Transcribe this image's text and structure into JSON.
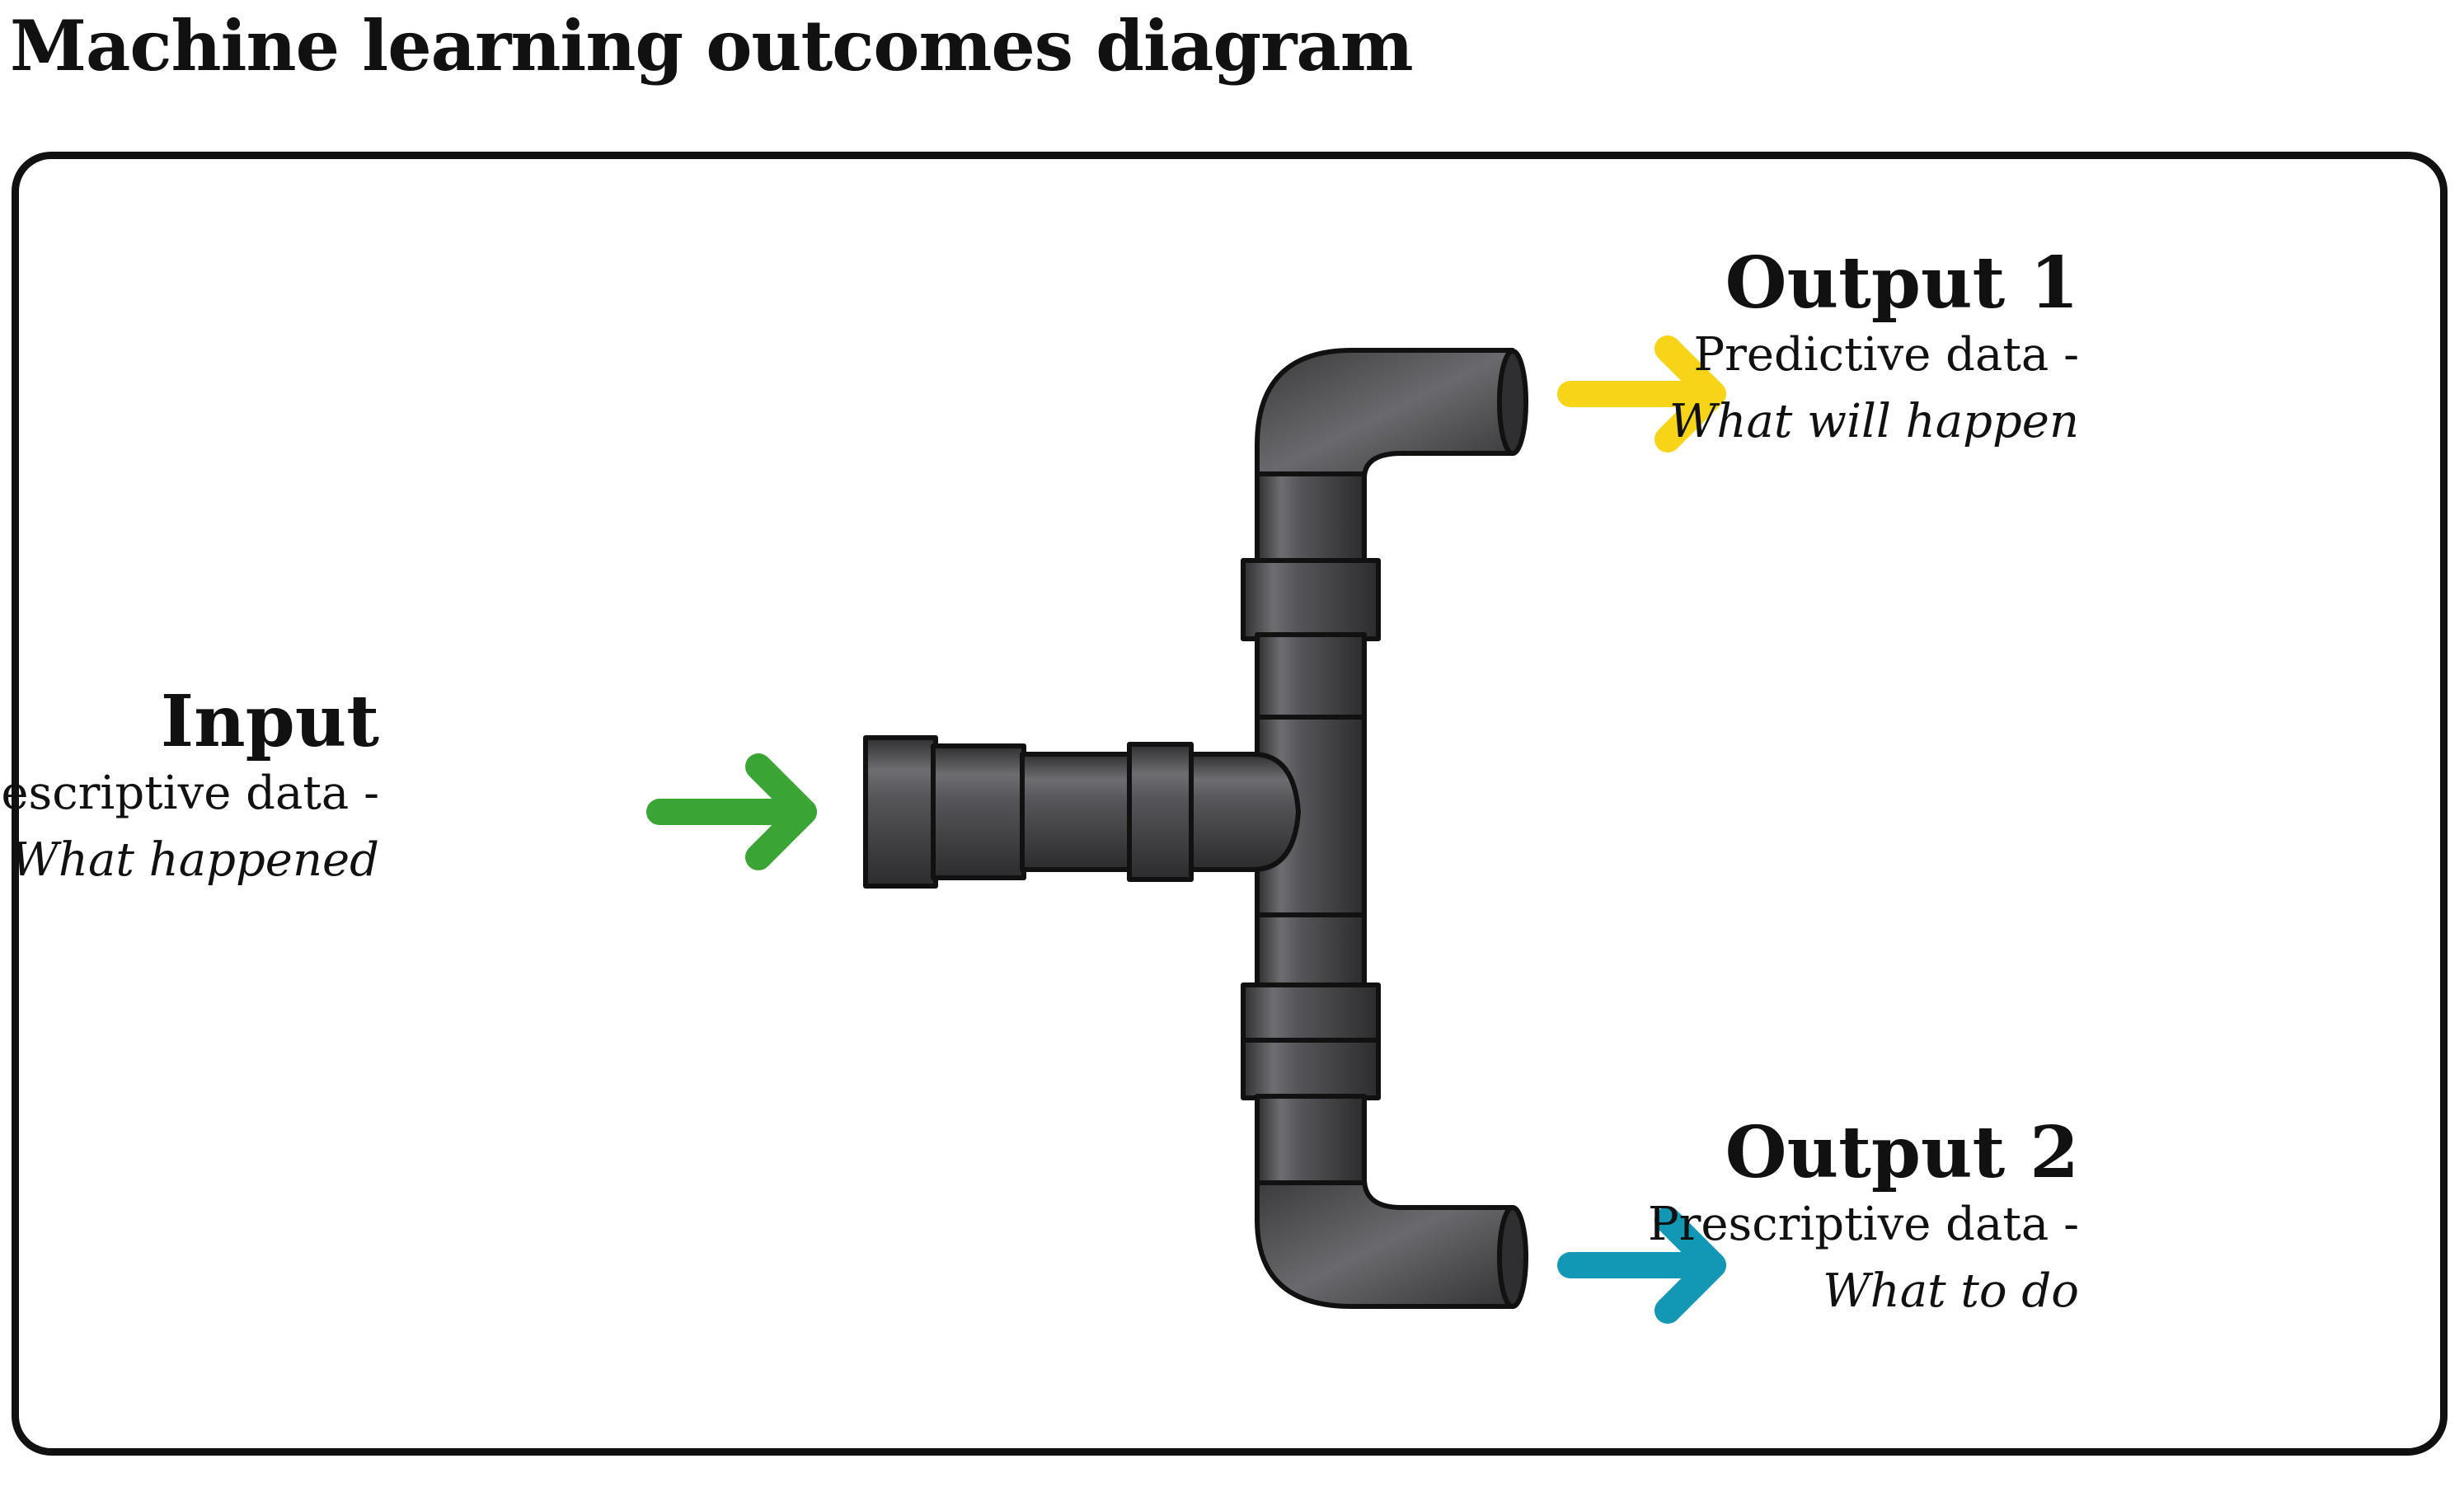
{
  "title": "Machine learning outcomes diagram",
  "colors": {
    "input_arrow": "#3aa534",
    "output1_arrow": "#f7d417",
    "output2_arrow": "#1297b4",
    "pipe": "#4a4a4c",
    "outline": "#111111"
  },
  "input": {
    "heading": "Input",
    "line1": "Descriptive data -",
    "line2": "What happened"
  },
  "output1": {
    "heading": "Output 1",
    "line1": "Predictive data -",
    "line2": "What will happen"
  },
  "output2": {
    "heading": "Output 2",
    "line1": "Prescriptive data -",
    "line2": "What to do"
  },
  "icons": [
    "input-arrow-icon",
    "output1-arrow-icon",
    "output2-arrow-icon",
    "pipe-junction-icon"
  ]
}
